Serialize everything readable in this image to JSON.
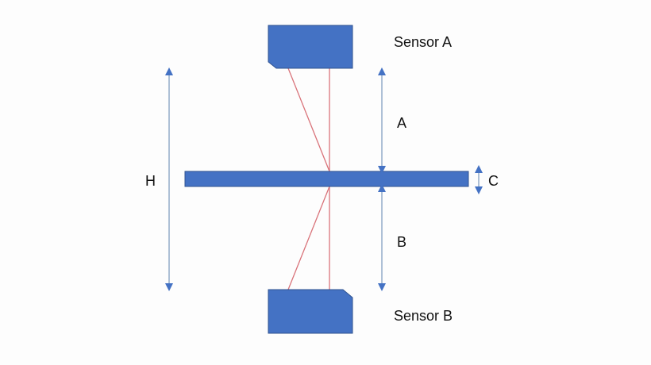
{
  "labels": {
    "sensor_a": "Sensor A",
    "sensor_b": "Sensor B",
    "dim_a": "A",
    "dim_b": "B",
    "dim_c": "C",
    "dim_h": "H"
  },
  "colors": {
    "component_fill": "#4472c4",
    "component_stroke": "#2f528f",
    "laser_line": "#d9737a",
    "dimension_line": "#93abc9",
    "arrow_head": "#4472c4"
  }
}
